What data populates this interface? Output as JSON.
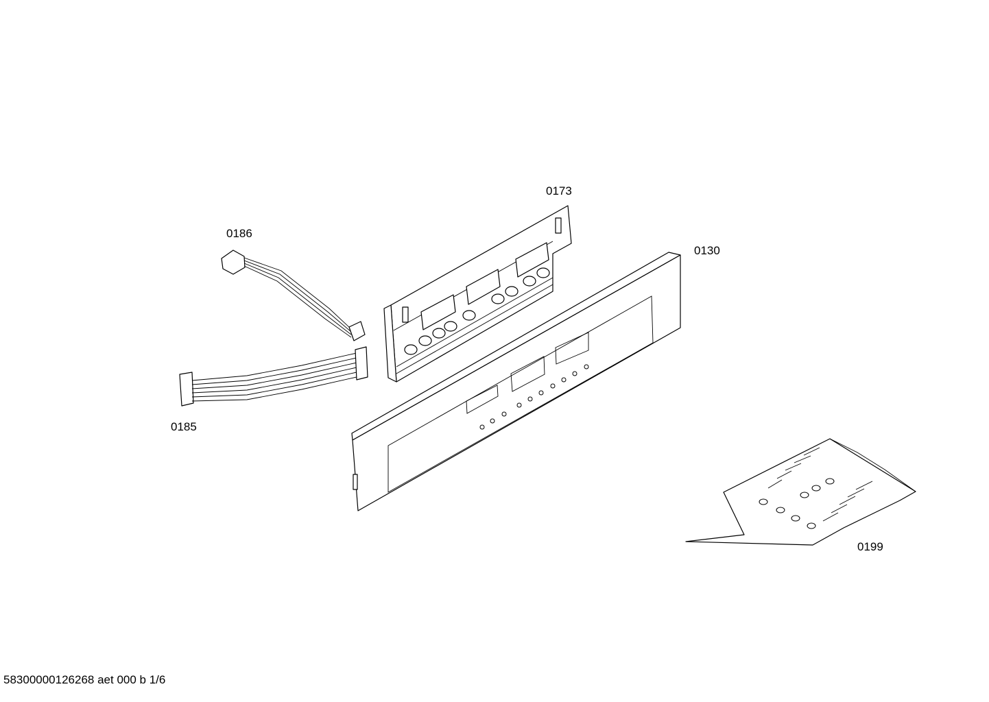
{
  "parts": [
    {
      "id": "0173"
    },
    {
      "id": "0186"
    },
    {
      "id": "0130"
    },
    {
      "id": "0185"
    },
    {
      "id": "0199"
    }
  ],
  "footer": "58300000126268 aet 000 b 1/6"
}
